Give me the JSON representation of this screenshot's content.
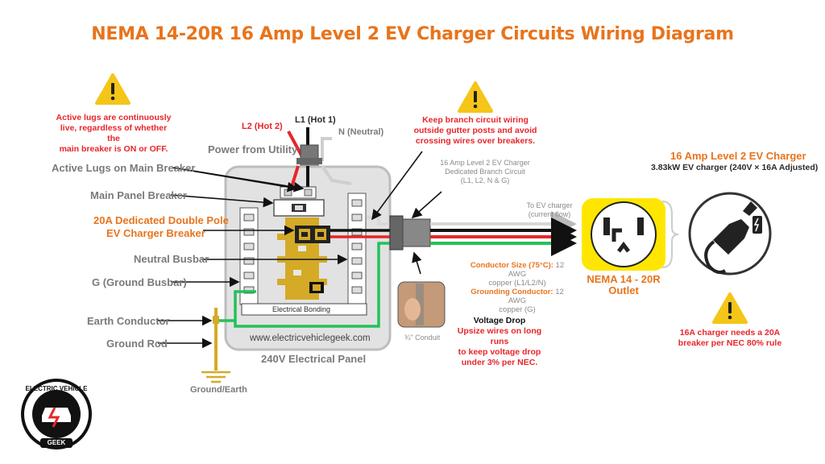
{
  "title": "NEMA 14-20R 16 Amp Level 2 EV Charger Circuits Wiring Diagram",
  "warnings": {
    "left": [
      "Active lugs are continuously",
      "live, regardless of whether the",
      "main breaker is ON or OFF."
    ],
    "middle": [
      "Keep branch circuit wiring",
      "outside gutter posts and avoid",
      "crossing wires over breakers."
    ],
    "right": [
      "16A charger needs a 20A",
      "breaker per NEC 80% rule"
    ]
  },
  "panel_labels": {
    "l1": "L1 (Hot 1)",
    "l2": "L2 (Hot 2)",
    "neutral": "N (Neutral)",
    "power_from_utility": "Power from Utility",
    "active_lugs": "Active Lugs on Main Breaker",
    "main_breaker": "Main Panel Breaker",
    "ev_breaker_line1": "20A Dedicated Double Pole",
    "ev_breaker_line2": "EV Charger Breaker",
    "neutral_busbar": "Neutral Busbar",
    "ground_busbar": "G (Ground Busbar)",
    "earth_conductor": "Earth Conductor",
    "ground_rod": "Ground Rod",
    "ground_earth": "Ground/Earth",
    "electrical_bonding": "Electrical Bonding",
    "website": "www.electricvehiclegeek.com",
    "panel_name": "240V Electrical Panel"
  },
  "circuit": {
    "branch_line1": "16 Amp Level 2 EV Charger",
    "branch_line2": "Dedicated Branch Circuit",
    "branch_line3": "(L1, L2, N & G)",
    "to_ev_line1": "To EV charger",
    "to_ev_line2": "(current flow)",
    "conductor_label": "Conductor Size (75°C):",
    "conductor_value1": " 12 AWG",
    "conductor_value2": "copper (L1/L2/N)",
    "grounding_label": "Grounding Conductor:",
    "grounding_value1": " 12 AWG",
    "grounding_value2": "copper (G)",
    "conduit": "¾\" Conduit"
  },
  "voltage_drop": {
    "heading": "Voltage Drop",
    "lines": [
      "Upsize wires on long runs",
      "to keep voltage drop",
      "under 3% per NEC."
    ]
  },
  "outlet": {
    "line1": "NEMA 14 - 20R",
    "line2": "Outlet"
  },
  "charger": {
    "title": "16 Amp Level 2 EV Charger",
    "subtitle": "3.83kW EV charger (240V × 16A Adjusted)"
  },
  "logo": {
    "top": "ELECTRIC VEHICLE",
    "bottom": "GEEK"
  },
  "colors": {
    "title_orange": "#e8741c",
    "warning_red": "#e8252a",
    "warning_yellow": "#f5c518",
    "hot_red": "#e8252a",
    "hot_black": "#111111",
    "neutral_white": "#d8d8d8",
    "ground_green": "#22c25a",
    "busbar_gold": "#d4aa27",
    "outlet_yellow": "#ffe600"
  }
}
